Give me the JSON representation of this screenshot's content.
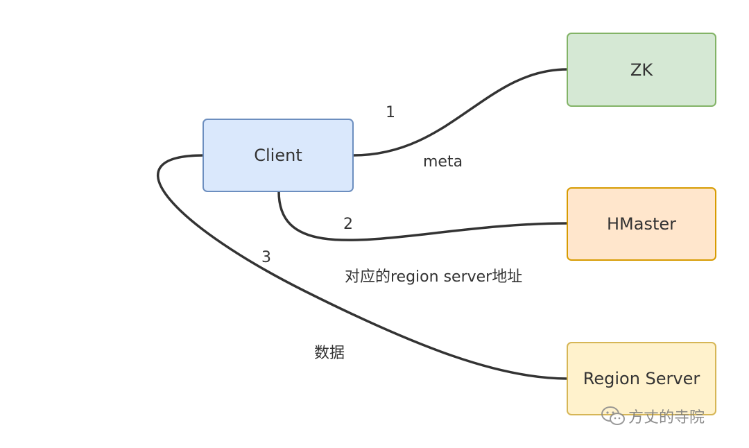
{
  "nodes": {
    "zk": {
      "label": "ZK",
      "fill": "#d5e8d4",
      "stroke": "#82b366"
    },
    "client": {
      "label": "Client",
      "fill": "#dae8fc",
      "stroke": "#6c8ebf"
    },
    "hmaster": {
      "label": "HMaster",
      "fill": "#ffe6cc",
      "stroke": "#d79b00"
    },
    "region_server": {
      "label": "Region Server",
      "fill": "#fff2cc",
      "stroke": "#d6b656"
    }
  },
  "edges": {
    "client_zk": {
      "step": "1",
      "label": "meta"
    },
    "client_hmaster": {
      "step": "2",
      "label": "对应的region server地址"
    },
    "client_region": {
      "step": "3",
      "label": "数据"
    }
  },
  "edge_color": "#333333",
  "watermark": {
    "text": "方丈的寺院",
    "icon": "wechat-icon"
  }
}
